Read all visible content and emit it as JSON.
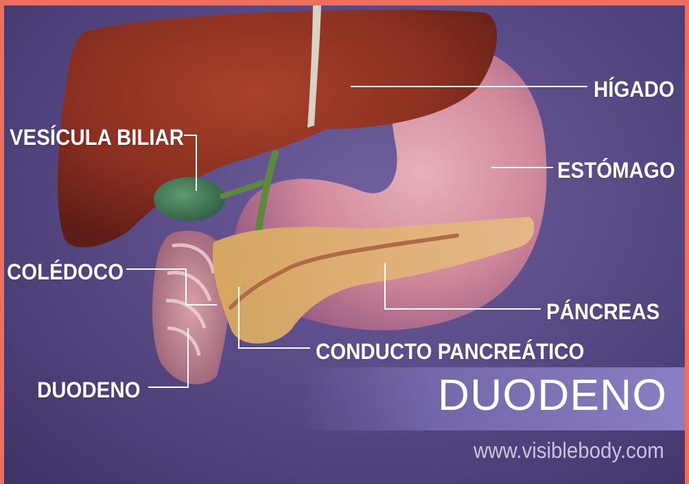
{
  "labels": {
    "higado": "HÍGADO",
    "vesicula_biliar": "VESÍCULA BILIAR",
    "estomago": "ESTÓMAGO",
    "coledoco": "COLÉDOCO",
    "pancreas": "PÁNCREAS",
    "conducto_pancreatico": "CONDUCTO PANCREÁTICO",
    "duodeno": "DUODENO"
  },
  "title": "DUODENO",
  "website": "www.visiblebody.com",
  "colors": {
    "border": "#ef6f5c",
    "background": "#5a4b88",
    "liver": "#8e3222",
    "stomach": "#e7a3ac",
    "pancreas": "#e0b27a",
    "gallbladder": "#3f7a55",
    "duodenum": "#c98f96"
  }
}
